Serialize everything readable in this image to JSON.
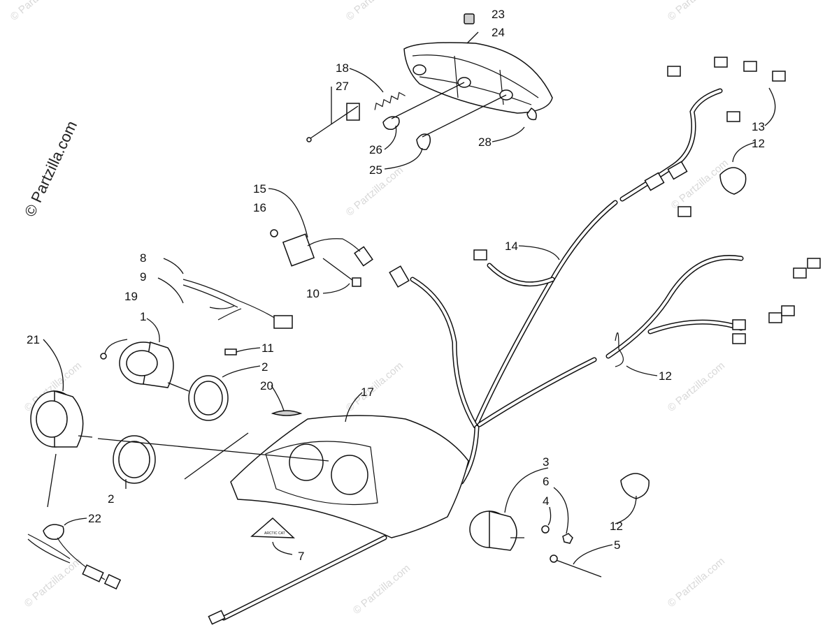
{
  "copyright": "© Partzilla.com",
  "watermark": "© Partzilla.com",
  "callouts": {
    "c1": "1",
    "c2a": "2",
    "c2b": "2",
    "c3": "3",
    "c4": "4",
    "c5": "5",
    "c6": "6",
    "c7": "7",
    "c8": "8",
    "c9": "9",
    "c10": "10",
    "c11": "11",
    "c12a": "12",
    "c12b": "12",
    "c12c": "12",
    "c13": "13",
    "c14": "14",
    "c15": "15",
    "c16": "16",
    "c17": "17",
    "c18": "18",
    "c19": "19",
    "c20": "20",
    "c21": "21",
    "c22": "22",
    "c23": "23",
    "c24": "24",
    "c25": "25",
    "c26": "26",
    "c27": "27",
    "c28": "28"
  },
  "decal_text": "ARCTIC CAT"
}
